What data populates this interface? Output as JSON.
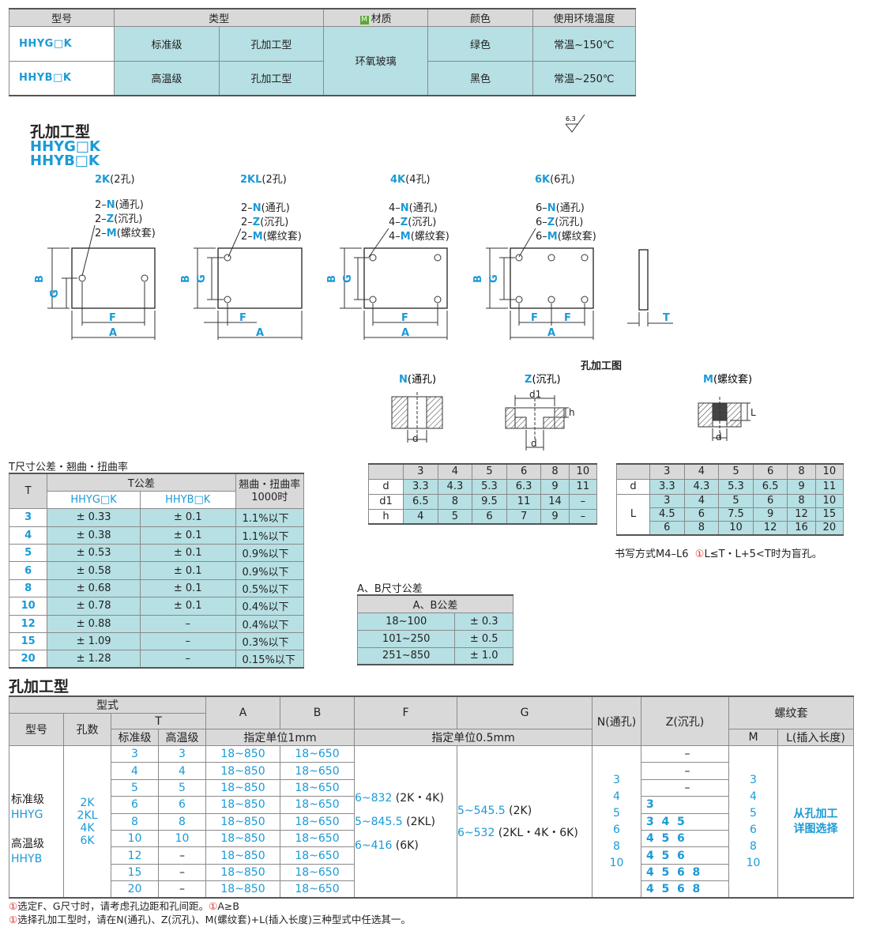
{
  "type_table": {
    "headers": [
      "型号",
      "类型",
      "材质",
      "颜色",
      "使用环境温度"
    ],
    "material_badge": "M",
    "rows": [
      {
        "model": "HHYG□K",
        "grade": "标准级",
        "type": "孔加工型",
        "color": "绿色",
        "temp": "常温~150℃"
      },
      {
        "model": "HHYB□K",
        "grade": "高温级",
        "type": "孔加工型",
        "color": "黑色",
        "temp": "常温~250℃"
      }
    ],
    "material": "环氧玻璃"
  },
  "roughness": "6.3",
  "section_title": "孔加工型",
  "models": [
    "HHYG□K",
    "HHYB□K"
  ],
  "diagrams": [
    {
      "code": "2K",
      "suffix": "(2孔)",
      "labels": [
        [
          "2–",
          "N",
          "(通孔)"
        ],
        [
          "2–",
          "Z",
          "(沉孔)"
        ],
        [
          "2–",
          "M",
          "(螺纹套)"
        ]
      ]
    },
    {
      "code": "2KL",
      "suffix": "(2孔)",
      "labels": [
        [
          "2–",
          "N",
          "(通孔)"
        ],
        [
          "2–",
          "Z",
          "(沉孔)"
        ],
        [
          "2–",
          "M",
          "(螺纹套)"
        ]
      ]
    },
    {
      "code": "4K",
      "suffix": "(4孔)",
      "labels": [
        [
          "4–",
          "N",
          "(通孔)"
        ],
        [
          "4–",
          "Z",
          "(沉孔)"
        ],
        [
          "4–",
          "M",
          "(螺纹套)"
        ]
      ]
    },
    {
      "code": "6K",
      "suffix": "(6孔)",
      "labels": [
        [
          "6–",
          "N",
          "(通孔)"
        ],
        [
          "6–",
          "Z",
          "(沉孔)"
        ],
        [
          "6–",
          "M",
          "(螺纹套)"
        ]
      ]
    }
  ],
  "dim_letters": {
    "A": "A",
    "B": "B",
    "F": "F",
    "G": "G",
    "T": "T"
  },
  "hole_detail_title": "孔加工图",
  "hole_types": [
    {
      "code": "N",
      "label": "(通孔)"
    },
    {
      "code": "Z",
      "label": "(沉孔)"
    },
    {
      "code": "M",
      "label": "(螺纹套)"
    }
  ],
  "hole_dims": {
    "d": "d",
    "d1": "d1",
    "h": "h",
    "L": "L"
  },
  "n_table": {
    "cols": [
      "3",
      "4",
      "5",
      "6",
      "8",
      "10"
    ],
    "rows": [
      {
        "label": "d",
        "vals": [
          "3.3",
          "4.3",
          "5.3",
          "6.3",
          "9",
          "11"
        ]
      },
      {
        "label": "d1",
        "vals": [
          "6.5",
          "8",
          "9.5",
          "11",
          "14",
          "–"
        ]
      },
      {
        "label": "h",
        "vals": [
          "4",
          "5",
          "6",
          "7",
          "9",
          "–"
        ]
      }
    ]
  },
  "m_table": {
    "cols": [
      "3",
      "4",
      "5",
      "6",
      "8",
      "10"
    ],
    "d_label": "d",
    "d_vals": [
      "3.3",
      "4.3",
      "5.3",
      "6.5",
      "9",
      "11"
    ],
    "l_label": "L",
    "l_rows": [
      [
        "3",
        "4",
        "5",
        "6",
        "8",
        "10"
      ],
      [
        "4.5",
        "6",
        "7.5",
        "9",
        "12",
        "15"
      ],
      [
        "6",
        "8",
        "10",
        "12",
        "16",
        "20"
      ]
    ],
    "note_prefix": "书写方式M4–L6",
    "note_icon": "①",
    "note": "L≤T・L+5<T时为盲孔。"
  },
  "t_tol": {
    "title": "T尺寸公差・翘曲・扭曲率",
    "h_T": "T",
    "h_tol": "T公差",
    "h_warp": "翘曲・扭曲率1000时",
    "h_g": "HHYG□K",
    "h_b": "HHYB□K",
    "rows": [
      [
        "3",
        "± 0.33",
        "± 0.1",
        "1.1%以下"
      ],
      [
        "4",
        "± 0.38",
        "± 0.1",
        "1.1%以下"
      ],
      [
        "5",
        "± 0.53",
        "± 0.1",
        "0.9%以下"
      ],
      [
        "6",
        "± 0.58",
        "± 0.1",
        "0.9%以下"
      ],
      [
        "8",
        "± 0.68",
        "± 0.1",
        "0.5%以下"
      ],
      [
        "10",
        "± 0.78",
        "± 0.1",
        "0.4%以下"
      ],
      [
        "12",
        "± 0.88",
        "–",
        "0.4%以下"
      ],
      [
        "15",
        "± 1.09",
        "–",
        "0.3%以下"
      ],
      [
        "20",
        "± 1.28",
        "–",
        "0.15%以下"
      ]
    ]
  },
  "ab_tol": {
    "title": "A、B尺寸公差",
    "header": "A、B公差",
    "rows": [
      [
        "18~100",
        "± 0.3"
      ],
      [
        "101~250",
        "± 0.5"
      ],
      [
        "251~850",
        "± 1.0"
      ]
    ]
  },
  "order": {
    "title": "孔加工型",
    "h_type": "型式",
    "h_model": "型号",
    "h_holes": "孔数",
    "h_T": "T",
    "h_std": "标准级",
    "h_hi": "高温级",
    "h_A": "A",
    "h_B": "B",
    "h_F": "F",
    "h_G": "G",
    "h_N": "N(通孔)",
    "h_Z": "Z(沉孔)",
    "h_thread": "螺纹套",
    "h_unit1": "指定单位1mm",
    "h_unit05": "指定单位0.5mm",
    "h_M": "M",
    "h_L": "L(插入长度)",
    "model_lines": [
      "标准级",
      "HHYG",
      "高温级",
      "HHYB"
    ],
    "holes": [
      "2K",
      "2KL",
      "4K",
      "6K"
    ],
    "t_std": [
      "3",
      "4",
      "5",
      "6",
      "8",
      "10",
      "12",
      "15",
      "20"
    ],
    "t_hi": [
      "3",
      "4",
      "5",
      "6",
      "8",
      "10",
      "–",
      "–",
      "–"
    ],
    "a_range": "18~850",
    "b_range": "18~650",
    "f_lines": [
      [
        "6~832",
        " (2K・4K)"
      ],
      [
        "5~845.5",
        " (2KL)"
      ],
      [
        "6~416",
        " (6K)"
      ]
    ],
    "g_lines": [
      [
        "5~545.5",
        " (2K)"
      ],
      [
        "6~532",
        " (2KL・4K・6K)"
      ]
    ],
    "n_vals": [
      "3",
      "4",
      "5",
      "6",
      "8",
      "10"
    ],
    "z_rows": [
      "–",
      "–",
      "–",
      "3",
      "3  4  5",
      "4  5  6",
      "4  5  6",
      "4  5  6  8",
      "4  5  6  8"
    ],
    "m_vals": [
      "3",
      "4",
      "5",
      "6",
      "8",
      "10"
    ],
    "l_text": [
      "从孔加工",
      "详图选择"
    ]
  },
  "notes": [
    [
      "①",
      "选定F、G尺寸时，请考虑孔边距和孔间距。",
      "①",
      "A≥B"
    ],
    [
      "①",
      "选择孔加工型时，请在N(通孔)、Z(沉孔)、M(螺纹套)+L(插入长度)三种型式中任选其一。"
    ]
  ]
}
